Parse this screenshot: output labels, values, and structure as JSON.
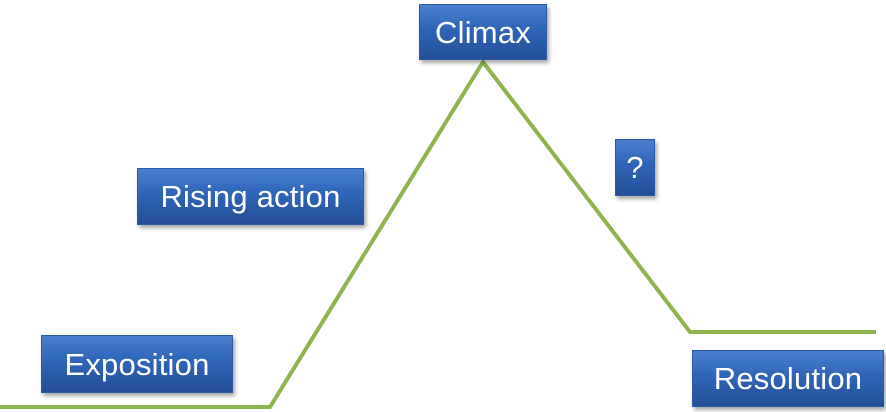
{
  "labels": {
    "climax": "Climax",
    "rising_action": "Rising action",
    "falling_action": "?",
    "exposition": "Exposition",
    "resolution": "Resolution"
  },
  "colors": {
    "line": "#8db44e",
    "box_fill": "#3366b8",
    "box_text": "#ffffff"
  }
}
